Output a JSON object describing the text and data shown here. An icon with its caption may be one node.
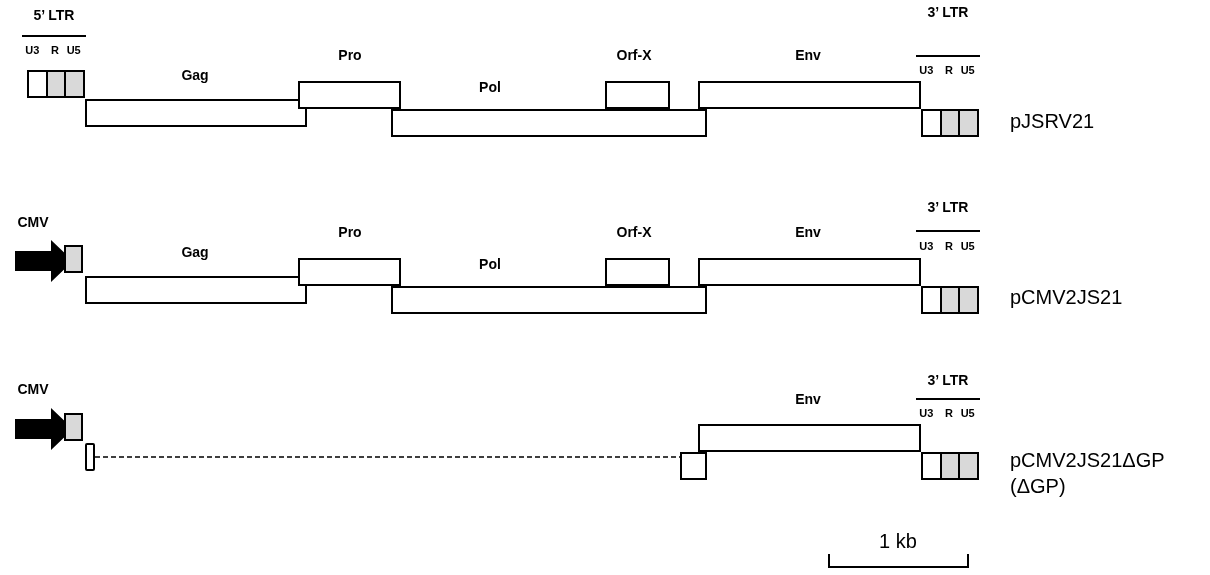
{
  "diagram": {
    "nodes": [
      {
        "text": [
          "5’ LTR",
          "U3",
          "R",
          "U5"
        ]
      },
      {
        "text": [
          "Gag"
        ]
      },
      {
        "text": [
          "Pro"
        ]
      },
      {
        "text": [
          "Pol"
        ]
      },
      {
        "text": [
          "Orf-X"
        ]
      },
      {
        "text": [
          "Env"
        ]
      },
      {
        "text": [
          "3’ LTR",
          "U3",
          "R",
          "U5"
        ]
      },
      {
        "text": [
          "CMV"
        ]
      },
      {
        "text": [],
        "shape": "box"
      },
      {
        "text": [
          "Gag"
        ]
      },
      {
        "text": [
          "Pro"
        ]
      },
      {
        "text": [
          "Pol"
        ]
      },
      {
        "text": [
          "Orf-X"
        ]
      },
      {
        "text": [
          "Env"
        ]
      },
      {
        "text": [
          "3’ LTR",
          "U3",
          "R",
          "U5"
        ]
      },
      {
        "text": [
          "CMV"
        ]
      },
      {
        "text": [],
        "shape": "box"
      },
      {
        "text": [],
        "shape": "bar"
      },
      {
        "text": [],
        "shape": "box"
      },
      {
        "text": [
          "Env"
        ]
      },
      {
        "text": [
          "3’ LTR",
          "U3",
          "R",
          "U5"
        ]
      }
    ],
    "edges": [
      {
        "from": 17,
        "to": 18,
        "arrow": "none",
        "style": "dashed"
      }
    ],
    "labels": [
      "pJSRV21",
      "pCMV2JS21",
      "pCMV2JS21ΔGP (ΔGP)",
      "1 kb"
    ]
  }
}
